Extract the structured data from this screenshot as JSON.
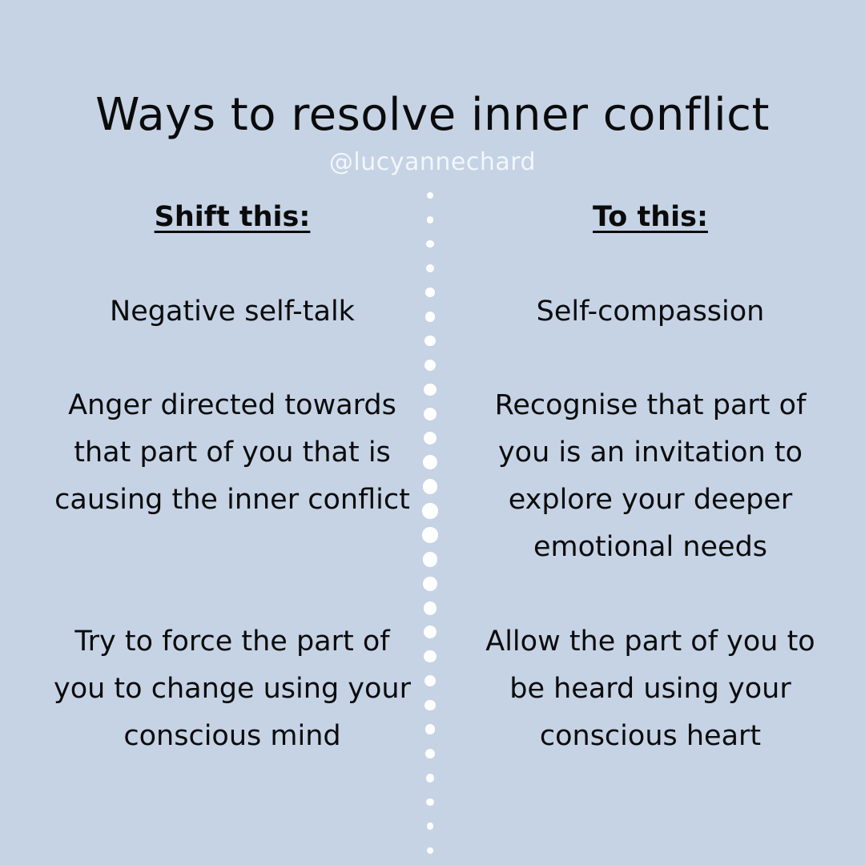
{
  "title": "Ways to resolve inner conflict",
  "handle": "@lucyannechard",
  "columns": {
    "left": {
      "header": "Shift this:",
      "items": [
        "Negative self-talk",
        "Anger directed towards that part of you that is causing the inner conflict",
        "Try to force the part of you to change using your conscious mind"
      ]
    },
    "right": {
      "header": "To this:",
      "items": [
        "Self-compassion",
        "Recognise that part of you is an invitation to explore your deeper emotional needs",
        "Allow the part of you to be heard using your conscious heart"
      ]
    }
  },
  "colors": {
    "background": "#c5d3e5",
    "text": "#0b0b0b",
    "handle": "#f3f6fa",
    "divider_dots": "#ffffff"
  }
}
